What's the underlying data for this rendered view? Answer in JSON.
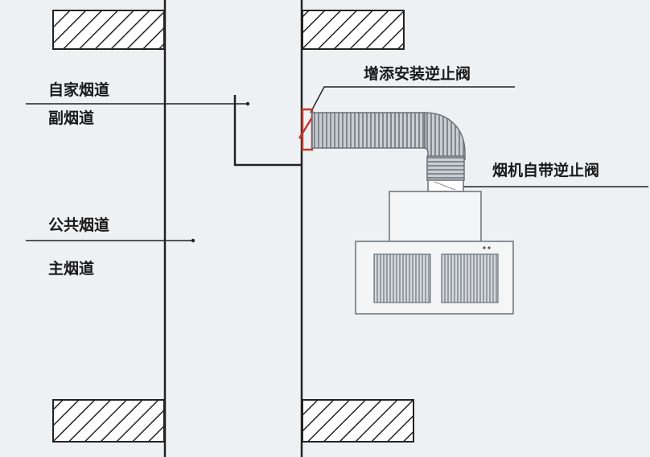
{
  "labels": {
    "own_flue": "自家烟道",
    "branch_flue": "副烟道",
    "public_flue": "公共烟道",
    "main_flue": "主烟道",
    "added_check_valve": "增添安装逆止阀",
    "hood_builtin_valve": "烟机自带逆止阀"
  },
  "colors": {
    "background": "#eef1f4",
    "line": "#222222",
    "duct": "#9aa0a6",
    "valve": "#c0392b"
  }
}
